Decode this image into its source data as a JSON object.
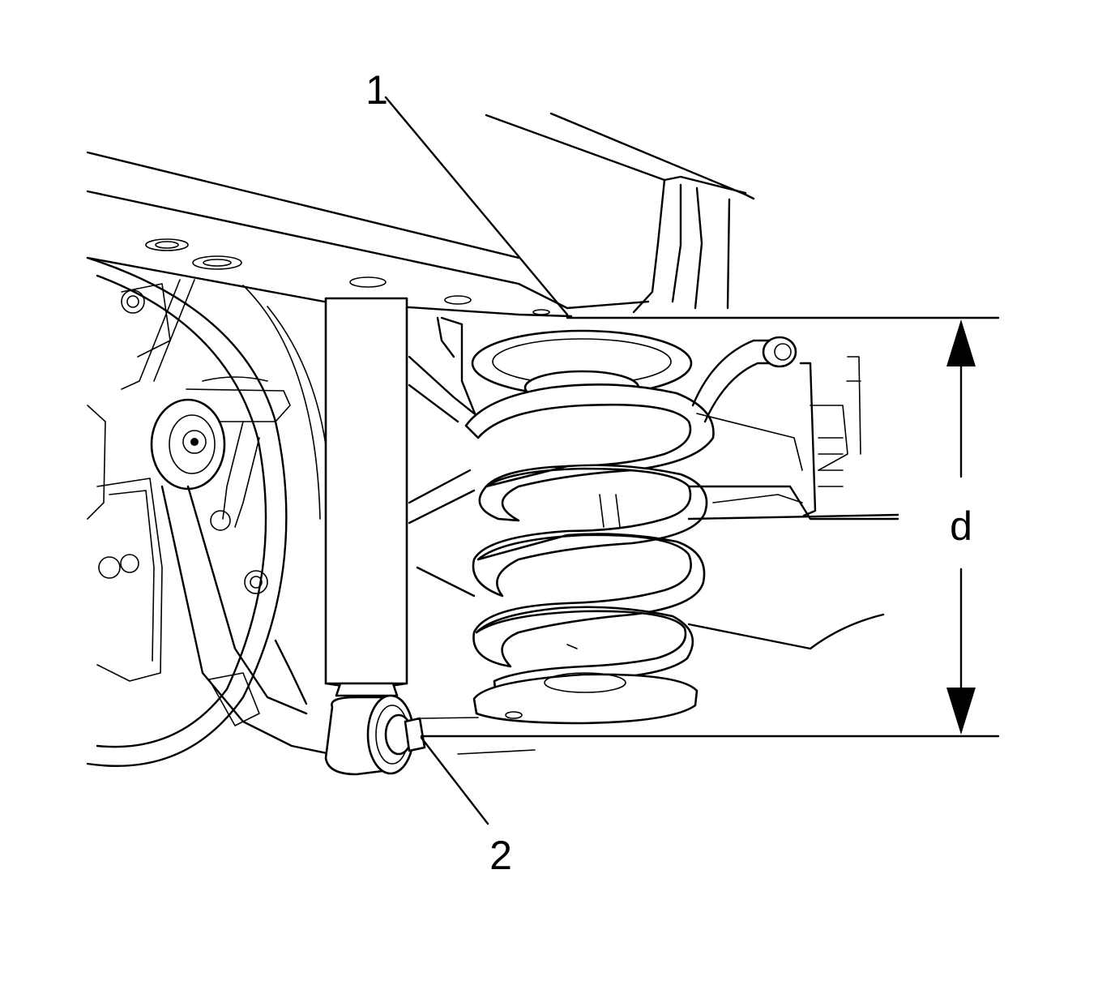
{
  "callouts": {
    "c1": "1",
    "c2": "2",
    "dimension": "d"
  },
  "colors": {
    "line": "#000000",
    "background": "#ffffff"
  }
}
